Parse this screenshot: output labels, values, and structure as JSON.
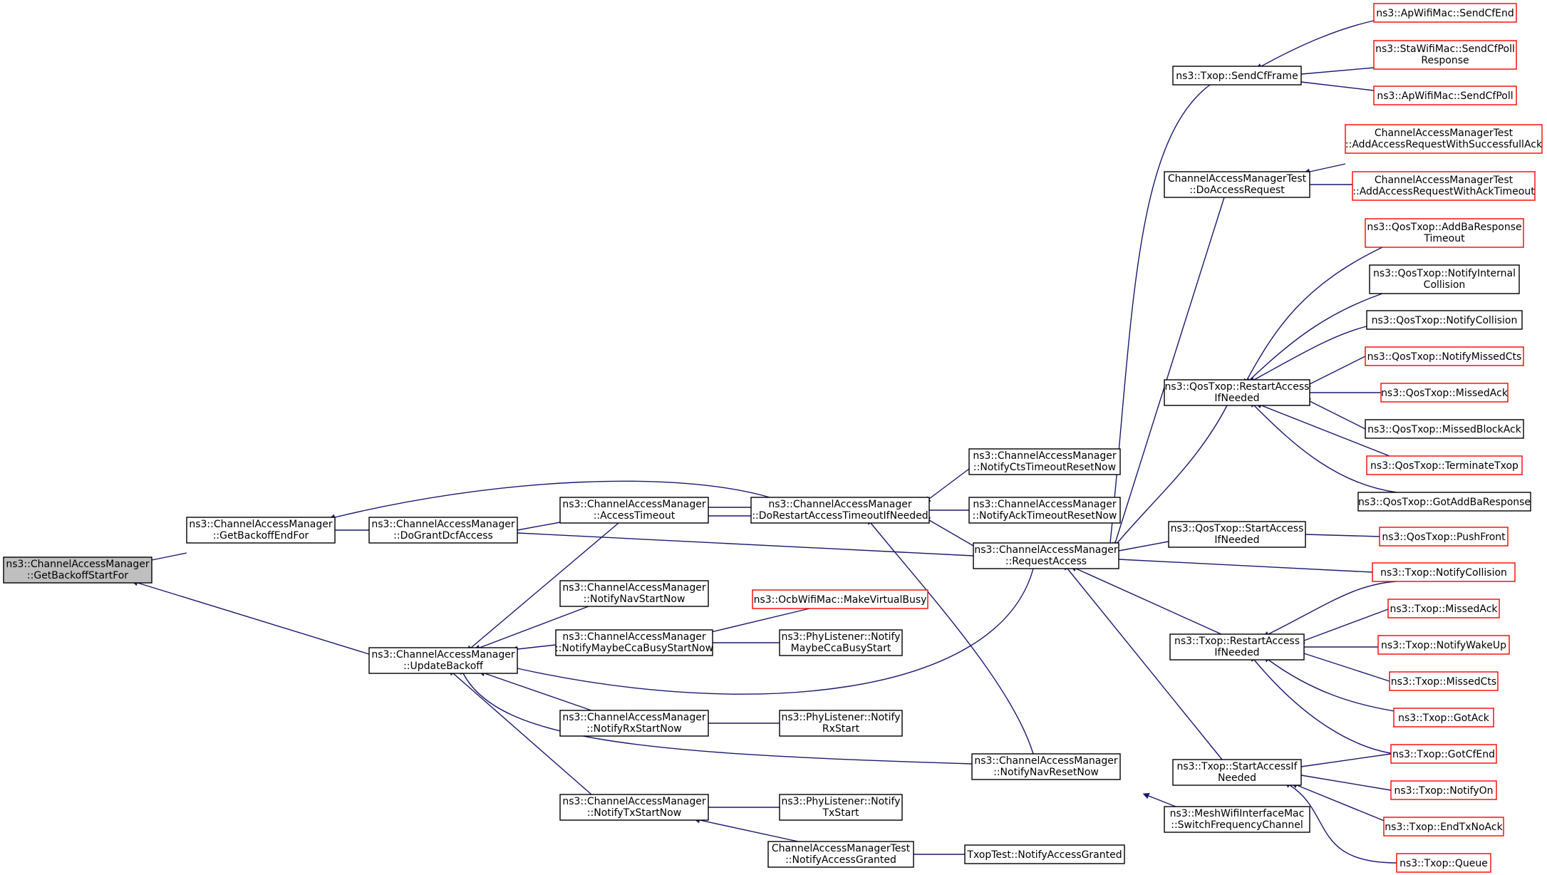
{
  "colors": {
    "edge": "#191970",
    "border_default": "#000000",
    "border_truncated": "#ff0000",
    "root_fill": "#bfbfbf"
  },
  "nodes": {
    "n0": {
      "lines": [
        "ns3::ChannelAccessManager",
        "::GetBackoffStartFor"
      ],
      "style": "root"
    },
    "n1": {
      "lines": [
        "ns3::ChannelAccessManager",
        "::GetBackoffEndFor"
      ],
      "style": "black"
    },
    "n2": {
      "lines": [
        "ns3::ChannelAccessManager",
        "::UpdateBackoff"
      ],
      "style": "black"
    },
    "n3": {
      "lines": [
        "ns3::ChannelAccessManager",
        "::DoGrantDcfAccess"
      ],
      "style": "black"
    },
    "n4": {
      "lines": [
        "ns3::ChannelAccessManager",
        "::AccessTimeout"
      ],
      "style": "black"
    },
    "n5": {
      "lines": [
        "ns3::ChannelAccessManager",
        "::DoRestartAccessTimeoutIfNeeded"
      ],
      "style": "black"
    },
    "n6": {
      "lines": [
        "ns3::ChannelAccessManager",
        "::NotifyNavStartNow"
      ],
      "style": "black"
    },
    "n7": {
      "lines": [
        "ns3::ChannelAccessManager",
        "::NotifyMaybeCcaBusyStartNow"
      ],
      "style": "black"
    },
    "n8": {
      "lines": [
        "ns3::ChannelAccessManager",
        "::NotifyRxStartNow"
      ],
      "style": "black"
    },
    "n9": {
      "lines": [
        "ns3::ChannelAccessManager",
        "::NotifyTxStartNow"
      ],
      "style": "black"
    },
    "n10": {
      "lines": [
        "ns3::ChannelAccessManager",
        "::NotifyCtsTimeoutResetNow"
      ],
      "style": "black"
    },
    "n11": {
      "lines": [
        "ns3::ChannelAccessManager",
        "::NotifyAckTimeoutResetNow"
      ],
      "style": "black"
    },
    "n12": {
      "lines": [
        "ns3::ChannelAccessManager",
        "::RequestAccess"
      ],
      "style": "black"
    },
    "n13": {
      "lines": [
        "ns3::OcbWifiMac::MakeVirtualBusy"
      ],
      "style": "red"
    },
    "n14": {
      "lines": [
        "ns3::PhyListener::Notify",
        "MaybeCcaBusyStart"
      ],
      "style": "black"
    },
    "n15": {
      "lines": [
        "ns3::PhyListener::Notify",
        "RxStart"
      ],
      "style": "black"
    },
    "n16": {
      "lines": [
        "ns3::ChannelAccessManager",
        "::NotifyNavResetNow"
      ],
      "style": "black"
    },
    "n17": {
      "lines": [
        "ns3::PhyListener::Notify",
        "TxStart"
      ],
      "style": "black"
    },
    "n18": {
      "lines": [
        "ChannelAccessManagerTest",
        "::NotifyAccessGranted"
      ],
      "style": "black"
    },
    "n19": {
      "lines": [
        "TxopTest::NotifyAccessGranted"
      ],
      "style": "black"
    },
    "n20": {
      "lines": [
        "ns3::Txop::SendCfFrame"
      ],
      "style": "black"
    },
    "n21": {
      "lines": [
        "ChannelAccessManagerTest",
        "::DoAccessRequest"
      ],
      "style": "black"
    },
    "n22": {
      "lines": [
        "ns3::QosTxop::RestartAccess",
        "IfNeeded"
      ],
      "style": "black"
    },
    "n23": {
      "lines": [
        "ns3::QosTxop::StartAccess",
        "IfNeeded"
      ],
      "style": "black"
    },
    "n24": {
      "lines": [
        "ns3::Txop::RestartAccess",
        "IfNeeded"
      ],
      "style": "black"
    },
    "n25": {
      "lines": [
        "ns3::Txop::StartAccessIf",
        "Needed"
      ],
      "style": "black"
    },
    "n26": {
      "lines": [
        "ns3::MeshWifiInterfaceMac",
        "::SwitchFrequencyChannel"
      ],
      "style": "black"
    },
    "n27": {
      "lines": [
        "ns3::ApWifiMac::SendCfEnd"
      ],
      "style": "red"
    },
    "n28": {
      "lines": [
        "ns3::StaWifiMac::SendCfPoll",
        "Response"
      ],
      "style": "red"
    },
    "n29": {
      "lines": [
        "ns3::ApWifiMac::SendCfPoll"
      ],
      "style": "red"
    },
    "n30": {
      "lines": [
        "ChannelAccessManagerTest",
        "::AddAccessRequestWithSuccessfullAck"
      ],
      "style": "red"
    },
    "n31": {
      "lines": [
        "ChannelAccessManagerTest",
        "::AddAccessRequestWithAckTimeout"
      ],
      "style": "red"
    },
    "n32": {
      "lines": [
        "ns3::QosTxop::AddBaResponse",
        "Timeout"
      ],
      "style": "red"
    },
    "n33": {
      "lines": [
        "ns3::QosTxop::NotifyInternal",
        "Collision"
      ],
      "style": "black"
    },
    "n34": {
      "lines": [
        "ns3::QosTxop::NotifyCollision"
      ],
      "style": "black"
    },
    "n35": {
      "lines": [
        "ns3::QosTxop::NotifyMissedCts"
      ],
      "style": "red"
    },
    "n36": {
      "lines": [
        "ns3::QosTxop::MissedAck"
      ],
      "style": "red"
    },
    "n37": {
      "lines": [
        "ns3::QosTxop::MissedBlockAck"
      ],
      "style": "black"
    },
    "n38": {
      "lines": [
        "ns3::QosTxop::TerminateTxop"
      ],
      "style": "red"
    },
    "n39": {
      "lines": [
        "ns3::QosTxop::GotAddBaResponse"
      ],
      "style": "black"
    },
    "n40": {
      "lines": [
        "ns3::QosTxop::PushFront"
      ],
      "style": "red"
    },
    "n41": {
      "lines": [
        "ns3::Txop::NotifyCollision"
      ],
      "style": "red"
    },
    "n42": {
      "lines": [
        "ns3::Txop::MissedAck"
      ],
      "style": "red"
    },
    "n43": {
      "lines": [
        "ns3::Txop::NotifyWakeUp"
      ],
      "style": "red"
    },
    "n44": {
      "lines": [
        "ns3::Txop::MissedCts"
      ],
      "style": "red"
    },
    "n45": {
      "lines": [
        "ns3::Txop::GotAck"
      ],
      "style": "red"
    },
    "n46": {
      "lines": [
        "ns3::Txop::GotCfEnd"
      ],
      "style": "red"
    },
    "n47": {
      "lines": [
        "ns3::Txop::NotifyOn"
      ],
      "style": "red"
    },
    "n48": {
      "lines": [
        "ns3::Txop::EndTxNoAck"
      ],
      "style": "red"
    },
    "n49": {
      "lines": [
        "ns3::Txop::Queue"
      ],
      "style": "red"
    }
  }
}
